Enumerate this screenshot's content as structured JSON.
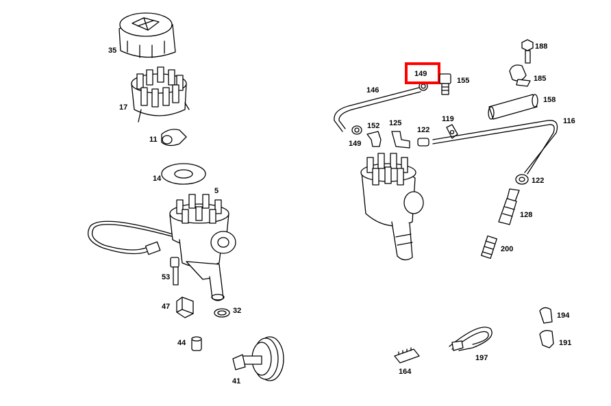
{
  "labels": {
    "l35": "35",
    "l17": "17",
    "l11": "11",
    "l14": "14",
    "l5": "5",
    "l53": "53",
    "l47": "47",
    "l32": "32",
    "l44": "44",
    "l41": "41",
    "l149a": "149",
    "l155": "155",
    "l146": "146",
    "l152": "152",
    "l149b": "149",
    "l125": "125",
    "l122a": "122",
    "l119": "119",
    "l188": "188",
    "l185": "185",
    "l158": "158",
    "l116": "116",
    "l122b": "122",
    "l128": "128",
    "l200": "200",
    "l194": "194",
    "l191": "191",
    "l197": "197",
    "l164": "164"
  },
  "highlight": {
    "label": "149",
    "color": "#ff0000"
  }
}
